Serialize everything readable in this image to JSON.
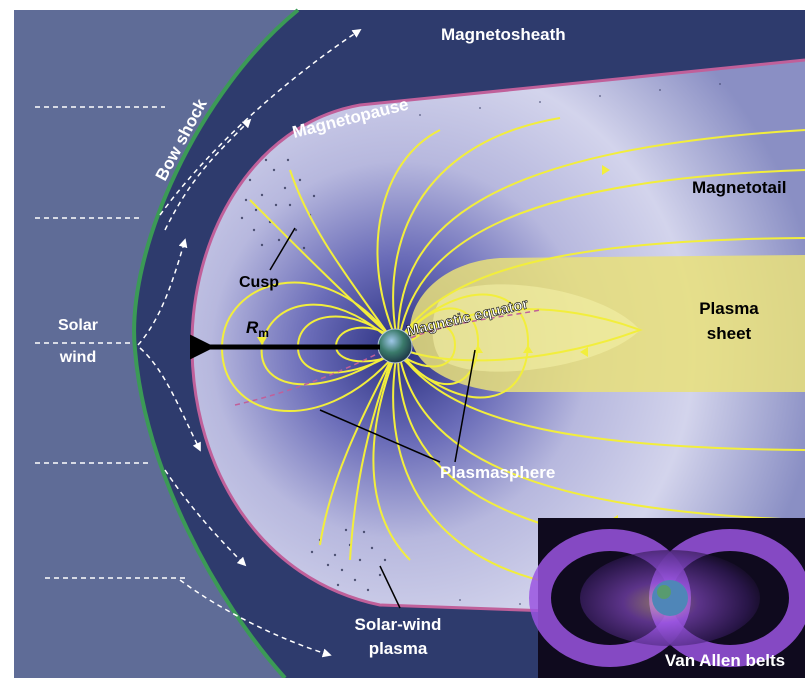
{
  "labels": {
    "magnetosheath": "Magnetosheath",
    "magnetopause": "Magnetopause",
    "bow_shock": "Bow shock",
    "magnetotail": "Magnetotail",
    "cusp": "Cusp",
    "solar_wind_line1": "Solar",
    "solar_wind_line2": "wind",
    "rm_main": "R",
    "rm_sub": "m",
    "magnetic_equator": "Magnetic equator",
    "plasma_sheet_line1": "Plasma",
    "plasma_sheet_line2": "sheet",
    "plasmasphere": "Plasmasphere",
    "solar_wind_plasma_line1": "Solar-wind",
    "solar_wind_plasma_line2": "plasma",
    "van_allen": "Van Allen belts"
  },
  "colors": {
    "background": "#5f6c97",
    "magnetosheath": "#2e3b6d",
    "bow_shock": "#3b9a56",
    "magnetopause": "#c0609a",
    "field_lines": "#f2ee3c",
    "plasma_sheet": "#e9e07a",
    "inset_glow": "#9a55e0"
  }
}
